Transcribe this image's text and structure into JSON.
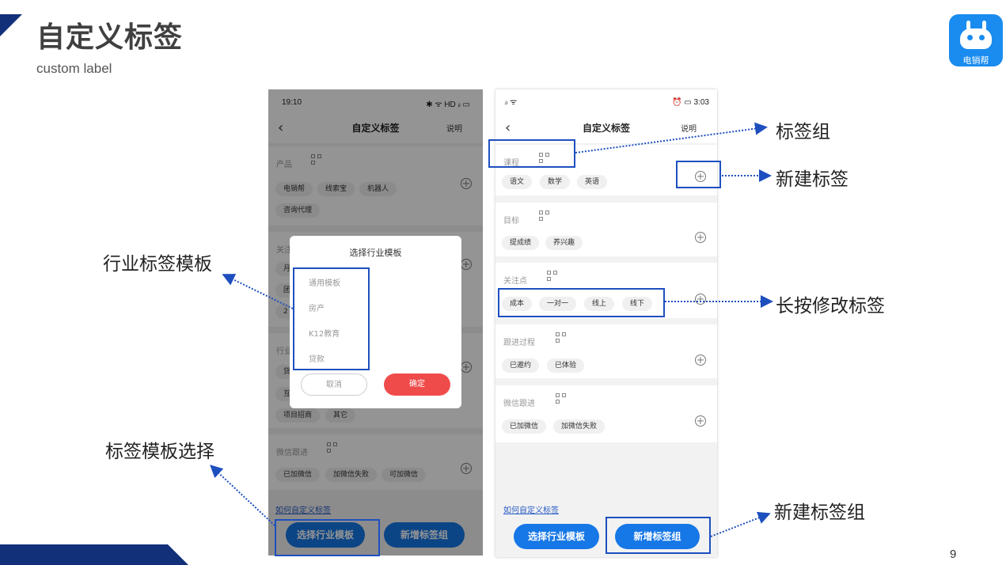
{
  "slide": {
    "title": "自定义标签",
    "subtitle": "custom label",
    "page_number": "9",
    "logo_text": "电销帮"
  },
  "left_phone": {
    "status_time": "19:10",
    "status_right": "✱ ᯤ HD ᵢₗ ▭",
    "nav_title": "自定义标签",
    "nav_help": "说明",
    "groups": [
      {
        "title": "产品",
        "tags": [
          "电销帮",
          "线索宝",
          "机器人",
          "咨询代理"
        ]
      },
      {
        "title": "关注",
        "tags": [
          "月",
          "团",
          "2"
        ]
      },
      {
        "title": "行业",
        "tags": [
          "贷",
          "互",
          "项目招商",
          "其它"
        ]
      },
      {
        "title": "微信跟进",
        "tags": [
          "已加微信",
          "加微信失败",
          "可加微信"
        ]
      }
    ],
    "howto_link": "如何自定义标签",
    "btn_select_template": "选择行业模板",
    "btn_new_group": "新增标签组",
    "dialog": {
      "title": "选择行业模板",
      "options": [
        "通用模板",
        "房产",
        "K12教育",
        "贷款"
      ],
      "cancel": "取消",
      "confirm": "确定"
    }
  },
  "right_phone": {
    "status_left": "ᵢₗ ᯤ",
    "status_right": "⏰ ▭ 3:03",
    "nav_title": "自定义标签",
    "nav_help": "说明",
    "groups": [
      {
        "title": "课程",
        "tags": [
          "语文",
          "数学",
          "英语"
        ]
      },
      {
        "title": "目标",
        "tags": [
          "提成绩",
          "养兴趣"
        ]
      },
      {
        "title": "关注点",
        "tags": [
          "成本",
          "一对一",
          "线上",
          "线下"
        ]
      },
      {
        "title": "跟进过程",
        "tags": [
          "已邀约",
          "已体验"
        ]
      },
      {
        "title": "微信跟进",
        "tags": [
          "已加微信",
          "加微信失败"
        ]
      }
    ],
    "howto_link": "如何自定义标签",
    "btn_select_template": "选择行业模板",
    "btn_new_group": "新增标签组"
  },
  "callouts": {
    "tag_group": "标签组",
    "new_tag": "新建标签",
    "long_press_edit": "长按修改标签",
    "industry_template": "行业标签模板",
    "template_select": "标签模板选择",
    "new_tag_group": "新建标签组"
  },
  "colors": {
    "brand_navy": "#12307a",
    "highlight_blue": "#1e4fbf",
    "button_blue": "#1677e6",
    "confirm_red": "#f04b4b",
    "logo_blue": "#1a8cf0"
  }
}
